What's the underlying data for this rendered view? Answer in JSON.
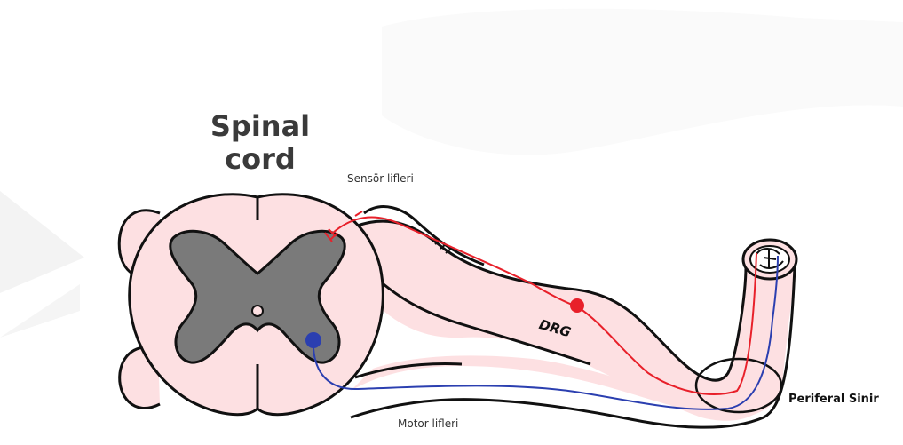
{
  "diagram": {
    "title_line1": "Spinal",
    "title_line2": "cord",
    "sensory_label": "Sensör lifleri",
    "motor_label": "Motor lifleri",
    "drg_label": "DRG",
    "nerve_label": "Periferal Sinir"
  },
  "colors": {
    "cord_fill": "#fde0e2",
    "grey_matter": "#7a7a7a",
    "outline": "#111111",
    "sensory_fiber": "#e8202a",
    "motor_fiber": "#2b3fb0"
  }
}
